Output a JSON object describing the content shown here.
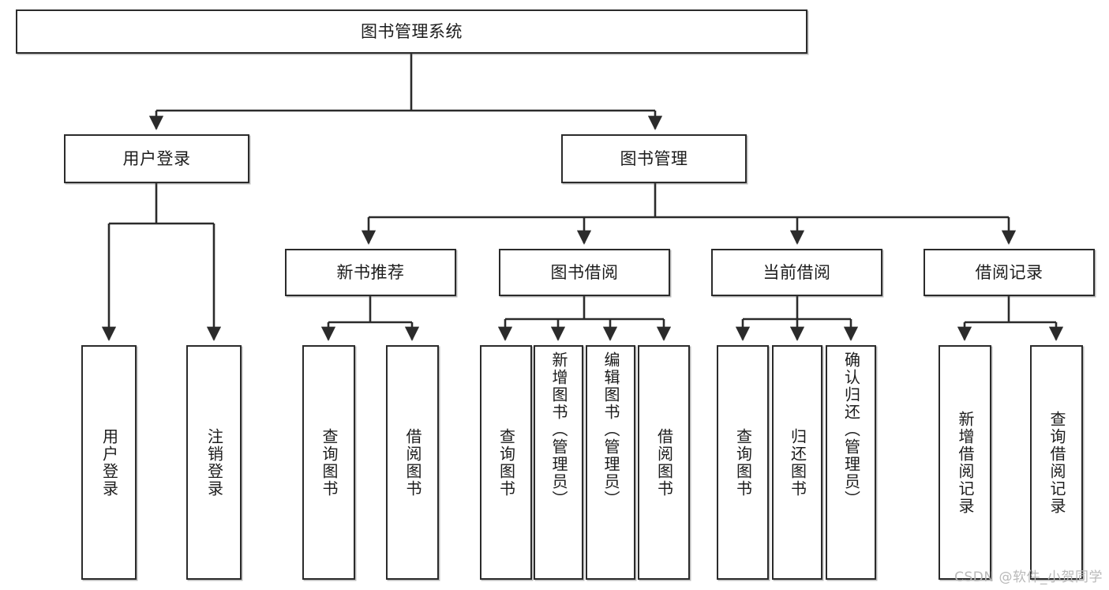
{
  "diagram": {
    "type": "tree-hierarchy-chart",
    "title": "图书管理系统",
    "watermark": "CSDN @软件_小贺同学",
    "colors": {
      "box_border": "#2b2b2b",
      "box_fill": "#ffffff",
      "connector": "#2b2b2b",
      "text": "#1c1c1c",
      "watermark": "#b9b9b9",
      "background": "#ffffff"
    },
    "levels": {
      "root": {
        "label": "图书管理系统"
      },
      "level2": [
        {
          "id": "user-login",
          "label": "用户登录"
        },
        {
          "id": "book-management",
          "label": "图书管理"
        }
      ],
      "level3": [
        {
          "id": "new-book-recommend",
          "label": "新书推荐",
          "parent": "book-management"
        },
        {
          "id": "book-borrow",
          "label": "图书借阅",
          "parent": "book-management"
        },
        {
          "id": "current-borrow",
          "label": "当前借阅",
          "parent": "book-management"
        },
        {
          "id": "borrow-record",
          "label": "借阅记录",
          "parent": "book-management"
        }
      ],
      "leaves": {
        "user-login": [
          {
            "id": "leaf-user-login",
            "label": "用户登录"
          },
          {
            "id": "leaf-user-logout",
            "label": "注销登录"
          }
        ],
        "new-book-recommend": [
          {
            "id": "leaf-query-book-1",
            "label": "查询图书"
          },
          {
            "id": "leaf-borrow-book-1",
            "label": "借阅图书"
          }
        ],
        "book-borrow": [
          {
            "id": "leaf-query-book-2",
            "label": "查询图书"
          },
          {
            "id": "leaf-add-book",
            "label": "新增图书（管理员）"
          },
          {
            "id": "leaf-edit-book",
            "label": "编辑图书（管理员）"
          },
          {
            "id": "leaf-borrow-book-2",
            "label": "借阅图书"
          }
        ],
        "current-borrow": [
          {
            "id": "leaf-query-book-3",
            "label": "查询图书"
          },
          {
            "id": "leaf-return-book",
            "label": "归还图书"
          },
          {
            "id": "leaf-confirm-return",
            "label": "确认归还（管理员）"
          }
        ],
        "borrow-record": [
          {
            "id": "leaf-add-record",
            "label": "新增借阅记录"
          },
          {
            "id": "leaf-query-record",
            "label": "查询借阅记录"
          }
        ]
      }
    }
  }
}
